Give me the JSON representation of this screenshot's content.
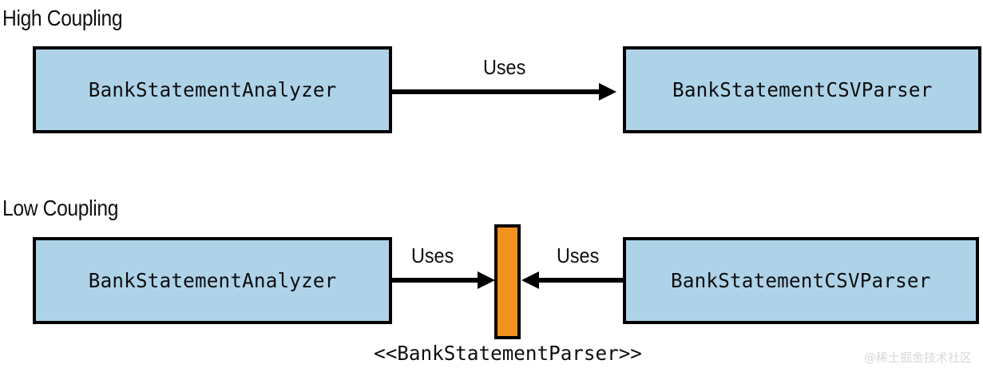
{
  "diagram": {
    "title_implicit": "Coupling comparison diagram",
    "background": "#ffffff",
    "colors": {
      "class_fill": "#aed3e9",
      "interface_fill": "#f3911f",
      "stroke": "#000000",
      "text": "#0d0d0d",
      "watermark": "#d8d8d8"
    }
  },
  "sections": {
    "high": {
      "heading": "High Coupling",
      "nodes": {
        "analyzer": "BankStatementAnalyzer",
        "parser": "BankStatementCSVParser"
      },
      "edges": [
        {
          "label": "Uses",
          "from": "analyzer",
          "to": "parser",
          "direction": "right"
        }
      ]
    },
    "low": {
      "heading": "Low Coupling",
      "nodes": {
        "analyzer": "BankStatementAnalyzer",
        "parser": "BankStatementCSVParser",
        "interface": "<<BankStatementParser>>"
      },
      "edges": [
        {
          "label": "Uses",
          "from": "analyzer",
          "to": "interface",
          "direction": "right"
        },
        {
          "label": "Uses",
          "from": "parser",
          "to": "interface",
          "direction": "left"
        }
      ]
    }
  },
  "watermark": {
    "text": "@稀土掘金技术社区"
  }
}
